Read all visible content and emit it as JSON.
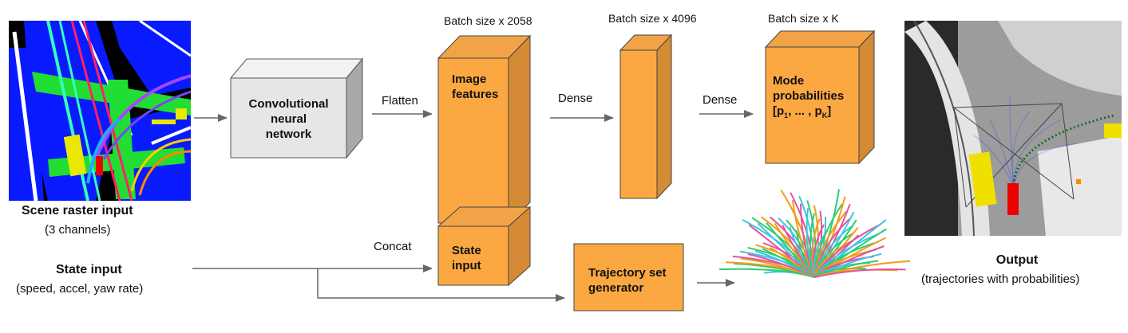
{
  "scene": {
    "title": "Scene raster input",
    "subtitle": "(3 channels)"
  },
  "state": {
    "title": "State input",
    "subtitle": "(speed, accel, yaw rate)"
  },
  "cnn": {
    "line1": "Convolutional",
    "line2": "neural",
    "line3": "network"
  },
  "edges": {
    "flatten": "Flatten",
    "dense1": "Dense",
    "dense2": "Dense",
    "concat": "Concat"
  },
  "layers": {
    "features_size": "Batch size x 2058",
    "features_line1": "Image",
    "features_line2": "features",
    "state_line1": "State",
    "state_line2": "input",
    "hidden_size": "Batch size x 4096",
    "modes_size": "Batch size x K",
    "modes_line1": "Mode",
    "modes_line2": "probabilities",
    "modes_line3_prefix": "[p",
    "modes_line3_sub1": "1",
    "modes_line3_mid": ", ... , p",
    "modes_line3_sub2": "K",
    "modes_line3_suffix": "]"
  },
  "generator": {
    "line1": "Trajectory set",
    "line2": "generator"
  },
  "output": {
    "title": "Output",
    "subtitle": "(trajectories with probabilities)"
  },
  "colors": {
    "orange_front": "#fba843",
    "orange_side": "#d58a36",
    "orange_top": "#f3a347",
    "gray_front": "#e6e6e6",
    "gray_side": "#a9a9a9",
    "arrow": "#666666"
  },
  "icons": {
    "scene_raster": "rasterized-map-image",
    "trajectory_fan": "trajectory-set-fan-image",
    "output_map": "aerial-map-with-trajectories-image"
  }
}
